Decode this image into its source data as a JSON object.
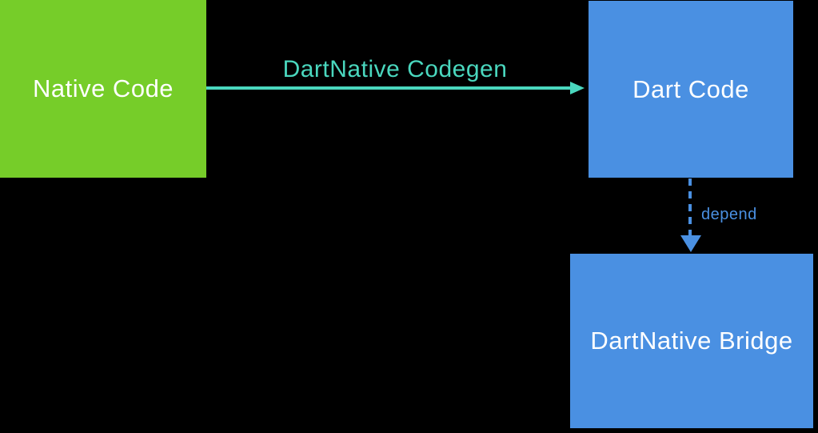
{
  "diagram": {
    "background_color": "#000000",
    "nodes": [
      {
        "id": "native-code",
        "label": "Native Code",
        "fill_color": "#76CD29",
        "text_color": "#FFFFFF"
      },
      {
        "id": "dart-code",
        "label": "Dart Code",
        "fill_color": "#4A90E2",
        "text_color": "#FFFFFF"
      },
      {
        "id": "dartnative-bridge",
        "label": "DartNative Bridge",
        "fill_color": "#4A90E2",
        "text_color": "#FFFFFF"
      }
    ],
    "edges": [
      {
        "id": "codegen-arrow",
        "label": "DartNative Codegen",
        "from": "native-code",
        "to": "dart-code",
        "direction": "right",
        "line_style": "solid",
        "color": "#4AD7BE"
      },
      {
        "id": "depend-arrow",
        "label": "depend",
        "from": "dart-code",
        "to": "dartnative-bridge",
        "direction": "down",
        "line_style": "dashed",
        "color": "#4A90E2"
      }
    ]
  }
}
